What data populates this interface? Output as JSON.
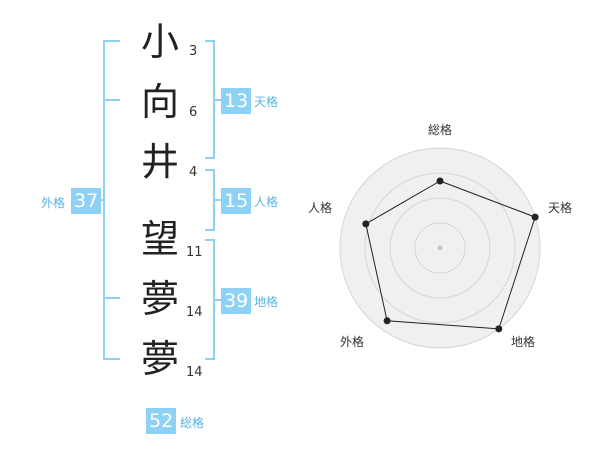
{
  "colors": {
    "bracket": "#8fd0f5",
    "box_bg": "#8fd0f5",
    "box_text": "#ffffff",
    "label_text": "#5ab4e8",
    "radar_fill": "#f0f0f0",
    "radar_ring": "#d5d5d5",
    "radar_line": "#222222"
  },
  "name": {
    "characters": [
      {
        "char": "小",
        "strokes": "3"
      },
      {
        "char": "向",
        "strokes": "6"
      },
      {
        "char": "井",
        "strokes": "4"
      },
      {
        "char": "望",
        "strokes": "11"
      },
      {
        "char": "夢",
        "strokes": "14"
      },
      {
        "char": "夢",
        "strokes": "14"
      }
    ]
  },
  "fortunes": {
    "tenkaku": {
      "label": "天格",
      "value": "13"
    },
    "jinkaku": {
      "label": "人格",
      "value": "15"
    },
    "chikaku": {
      "label": "地格",
      "value": "39"
    },
    "gaikaku": {
      "label": "外格",
      "value": "37"
    },
    "soukaku": {
      "label": "総格",
      "value": "52"
    }
  },
  "chart_data": {
    "type": "radar",
    "axes": [
      "総格",
      "天格",
      "地格",
      "外格",
      "人格"
    ],
    "values": [
      0.67,
      1.0,
      1.0,
      0.9,
      0.78
    ],
    "rings": 4,
    "legend": "none"
  }
}
